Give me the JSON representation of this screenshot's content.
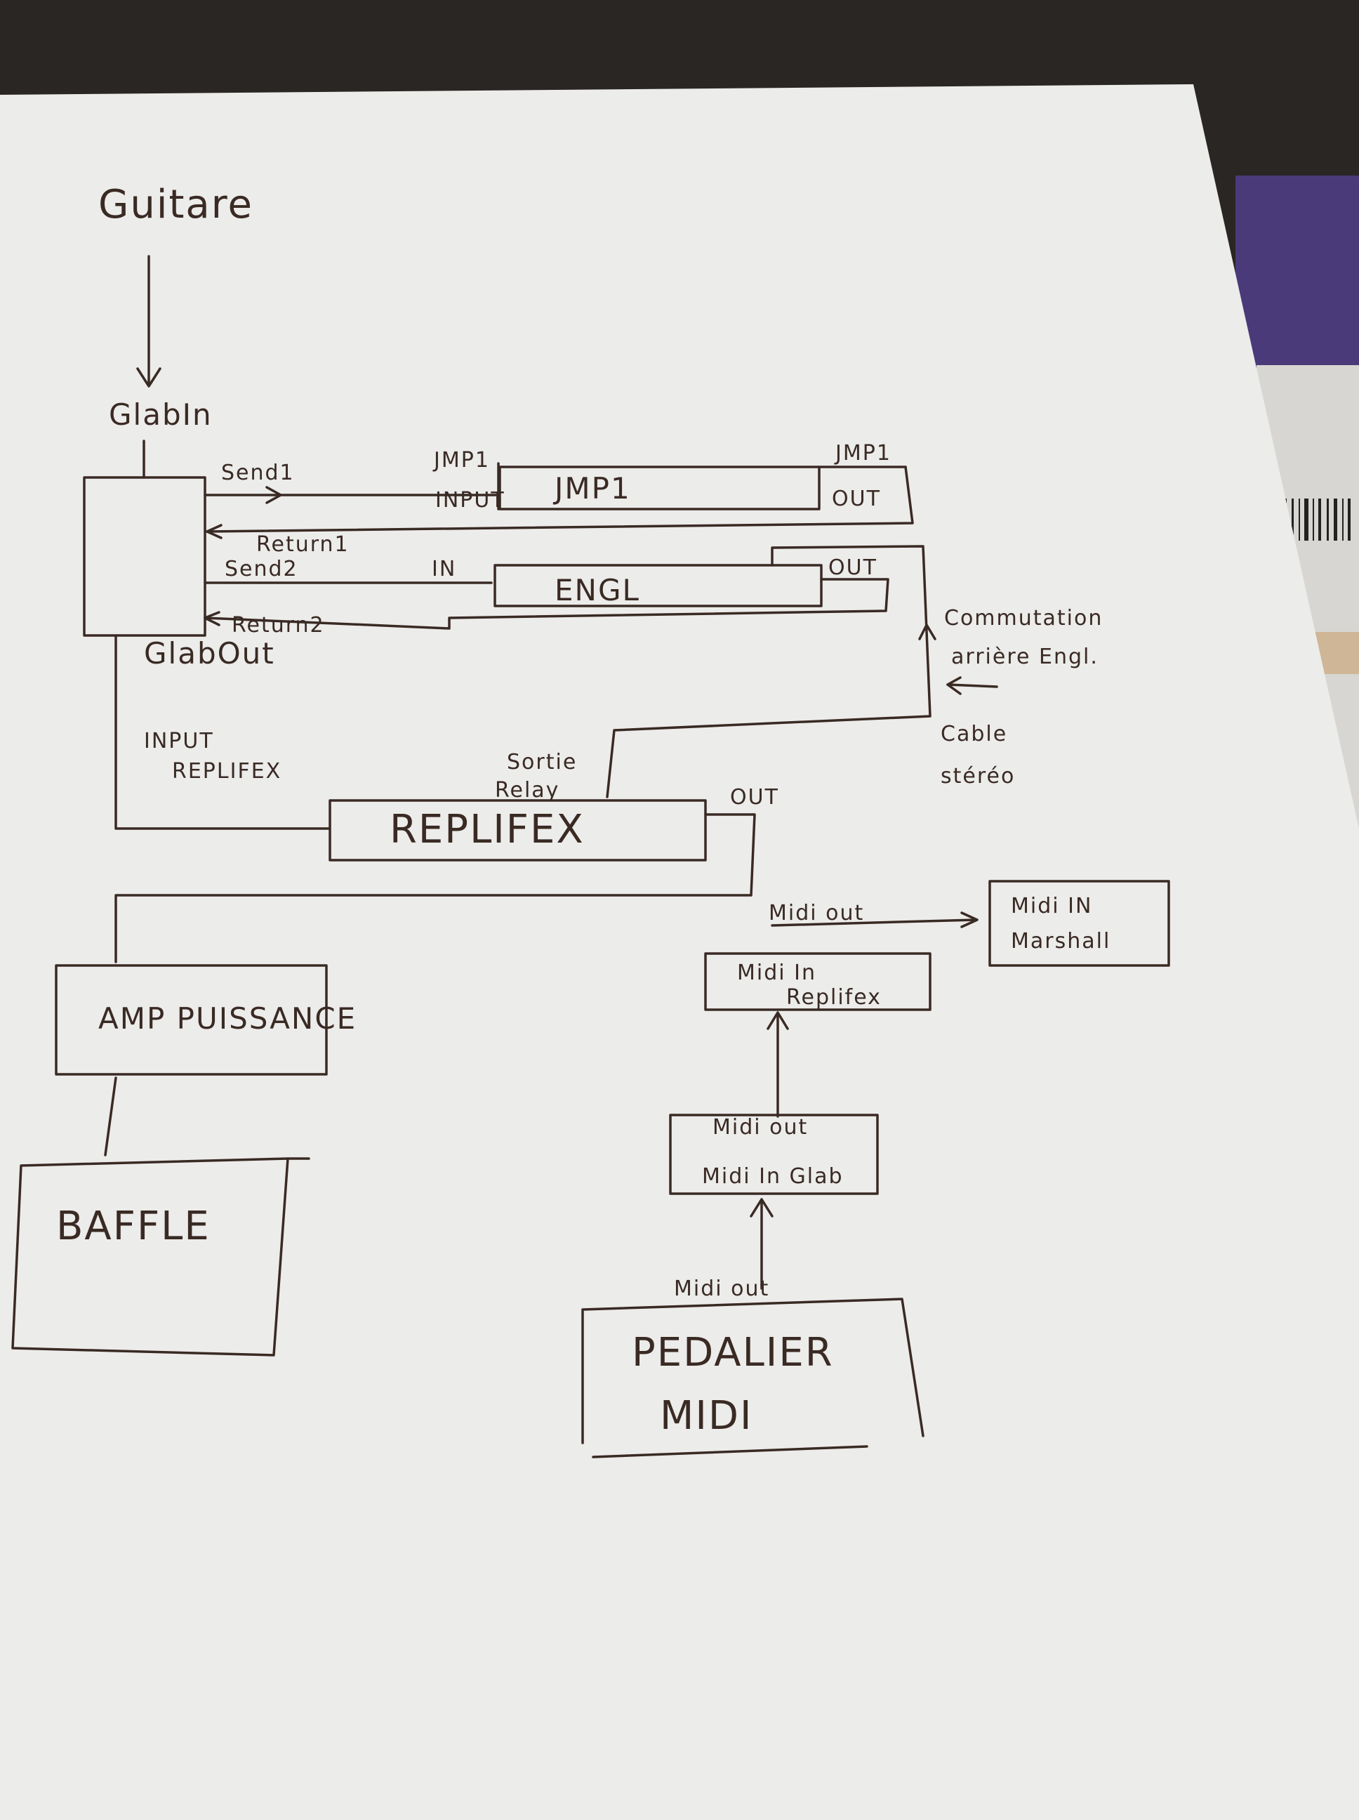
{
  "labels": {
    "guitare": "Guitare",
    "glab_in": "GlabIn",
    "glab_out": "GlabOut",
    "send1": "Send1",
    "return1": "Return1",
    "send2": "Send2",
    "return2": "Return2",
    "jmp1_top_left": "JMP1",
    "jmp1_input": "INPUT",
    "jmp1_top_right": "JMP1",
    "jmp1_box": "JMP1",
    "jmp1_out": "OUT",
    "engl_in": "IN",
    "engl_box": "ENGL",
    "engl_out": "OUT",
    "commutation_1": "Commutation",
    "commutation_2": "arrière Engl.",
    "cable_1": "Cable",
    "cable_2": "stéréo",
    "input_replifex_1": "INPUT",
    "input_replifex_2": "REPLIFEX",
    "sortie_1": "Sortie",
    "sortie_2": "Relay",
    "replifex_box": "REPLIFEX",
    "replifex_out": "OUT",
    "amp_box": "AMP PUISSANCE",
    "baffle_box": "BAFFLE",
    "midi_out_replifex": "Midi out",
    "midi_in_marshall_1": "Midi IN",
    "midi_in_marshall_2": "Marshall",
    "midi_in_replifex_1": "Midi In",
    "midi_in_replifex_2": "Replifex",
    "midi_out_glab": "Midi out",
    "midi_in_glab": "Midi In Glab",
    "pedalier_midi_out": "Midi out",
    "pedalier_1": "PEDALIER",
    "pedalier_2": "MIDI"
  },
  "colors": {
    "paper": "#ececea",
    "ink": "#3a2a24",
    "background": "#2a2624",
    "purple_object": "#4a3a7a"
  }
}
